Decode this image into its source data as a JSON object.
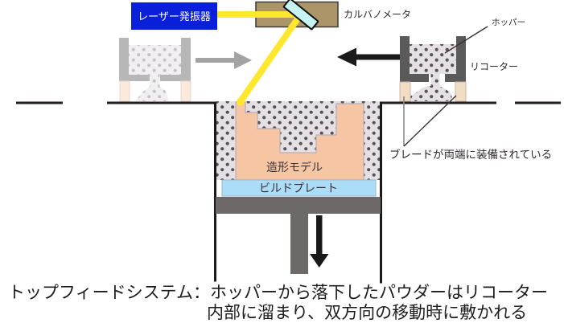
{
  "diagram_type": "top-feed-powder-bed-laser-system",
  "laser_unit": {
    "oscillator_label": "レーザー発振器",
    "galvanometer_label": "カルバノメータ"
  },
  "feed_unit": {
    "hopper_label": "ホッパー",
    "recoater_label": "リコーター",
    "blade_note": "ブレードが両端に装備されている"
  },
  "build_area": {
    "model_label": "造形モデル",
    "build_plate_label": "ビルドプレート"
  },
  "caption": {
    "line1": "トップフィードシステム：ホッパーから落下したパウダーはリコーター",
    "line2": "内部に溜まり、双方向の移動時に敷かれる"
  },
  "icons": {
    "previous_position_arrow": "right-arrow",
    "recoater_travel_arrow": "left-arrow",
    "piston_travel_arrow": "down-arrow"
  },
  "colors": {
    "laser_box": "#0a1fd9",
    "laser_beam": "#ffe72e",
    "galvo_box": "#ac9669",
    "mirror": "#c6f3f3",
    "powder_bg": "#e4e0e4",
    "powder_dot": "#575057",
    "powder_faded_bg": "#f1eff1",
    "powder_faded_dot": "#c6c2c6",
    "model_fill": "#f6c6a4",
    "build_plate_fill": "#abdcf8",
    "piston_fill": "#6e6969",
    "recoater_wall": "#5a5a5a",
    "recoater_wall_faded": "#b7b7b7",
    "blade_fill": "#f2dcc4",
    "blade_fill_faded": "#fbeadb",
    "gray_arrow": "#a3a3a3",
    "black_arrow": "#1a1a1a",
    "line_dark": "#231d1f"
  }
}
